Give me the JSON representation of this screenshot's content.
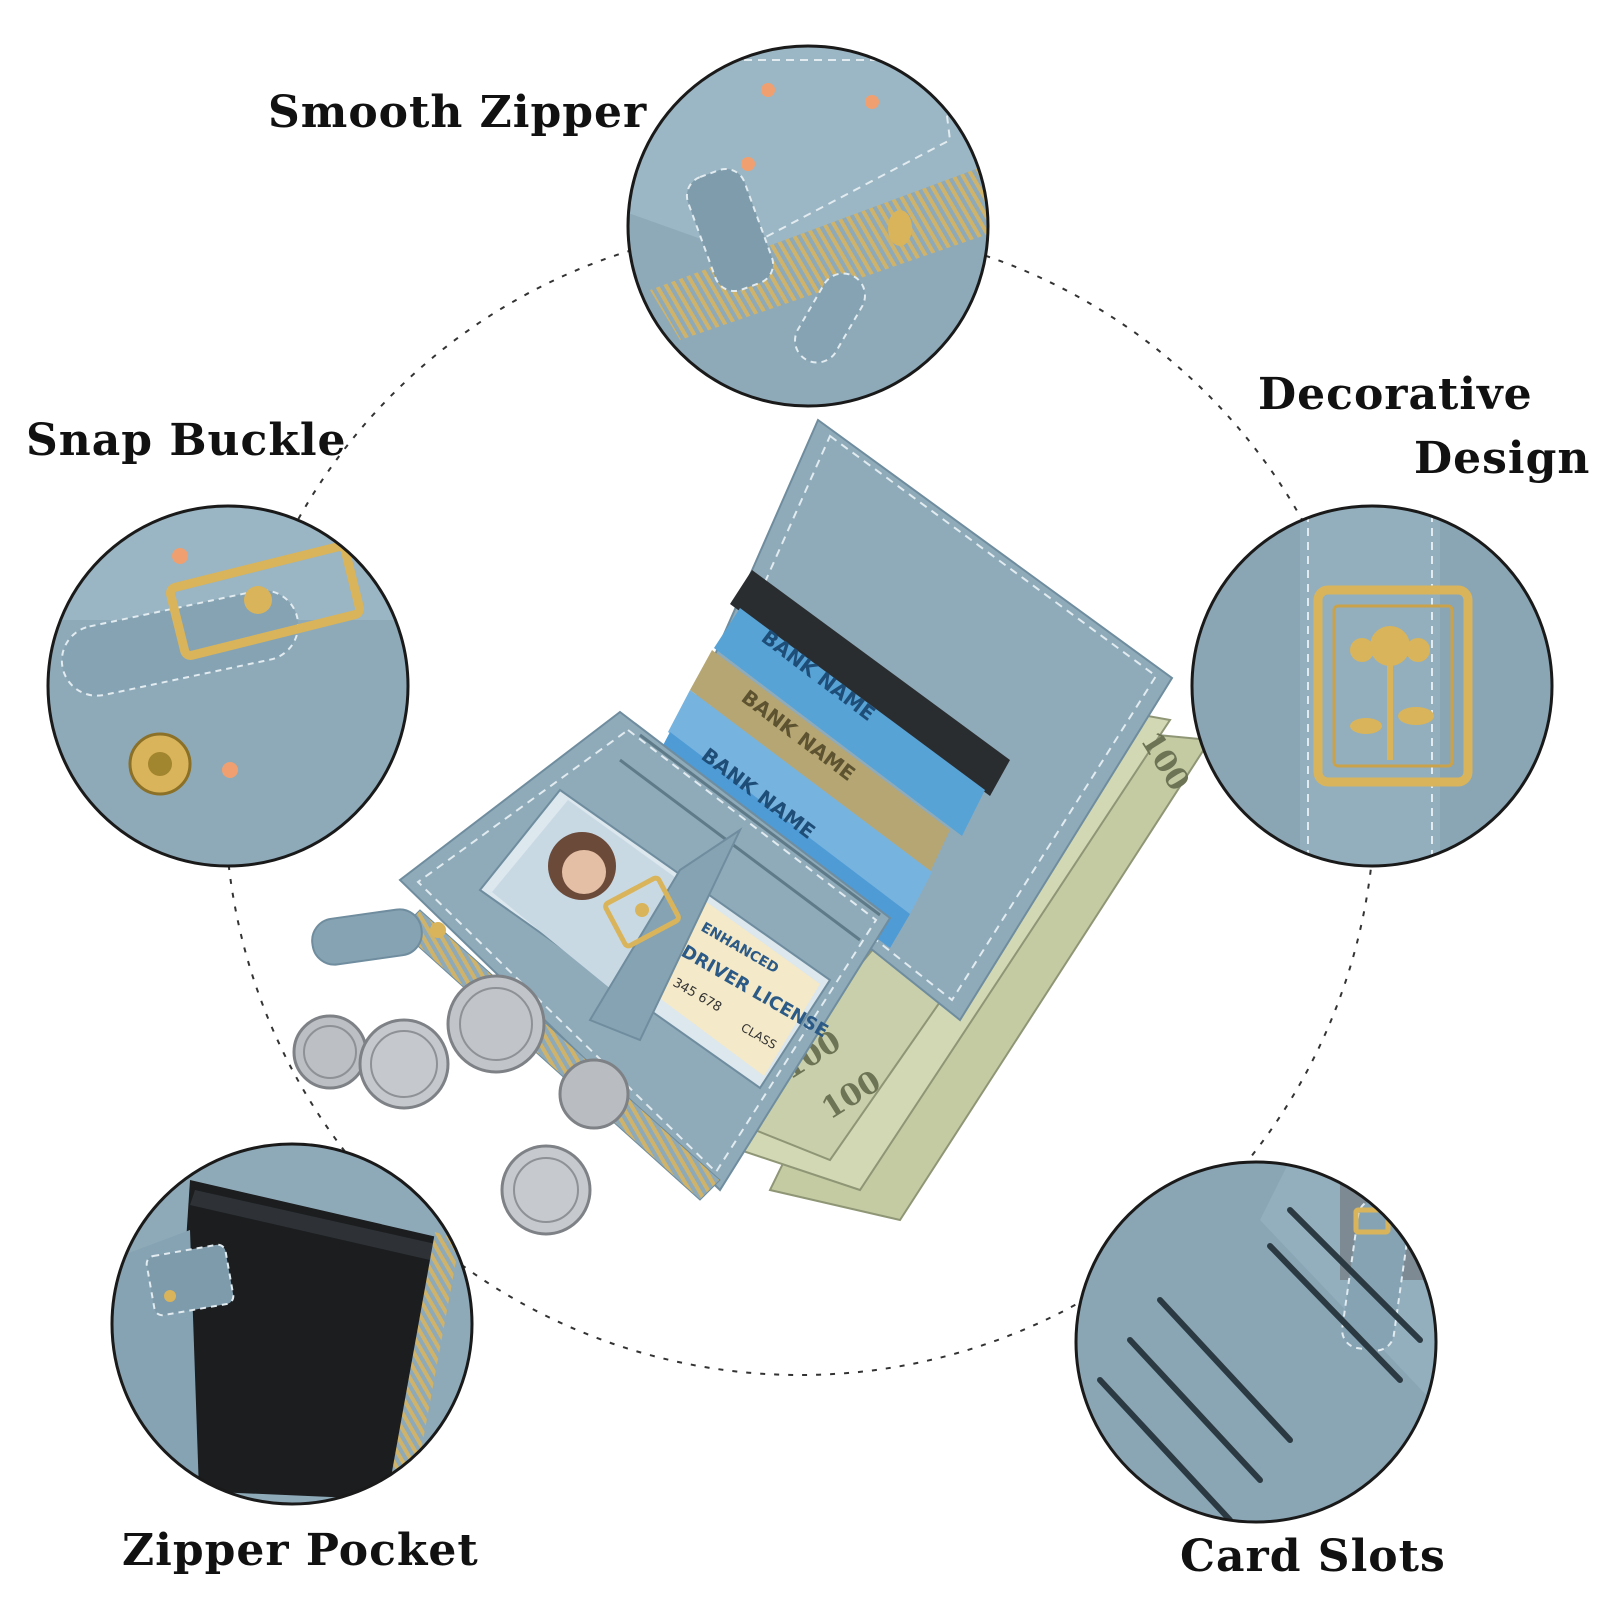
{
  "colors": {
    "background": "#ffffff",
    "wallet_blue": "#8eaab9",
    "wallet_blue_dark": "#6f8d9e",
    "stitch": "#e3edf2",
    "gold": "#d9b45a",
    "cash_green": "#c9cfa8",
    "coin_silver": "#b9bcc0",
    "circle_border": "#1a1a1a",
    "label_text": "#111111"
  },
  "features": [
    {
      "id": "smooth-zipper",
      "label": "Smooth Zipper"
    },
    {
      "id": "snap-buckle",
      "label": "Snap Buckle"
    },
    {
      "id": "decorative-design",
      "label_line1": "Decorative",
      "label_line2": "Design"
    },
    {
      "id": "zipper-pocket",
      "label": "Zipper Pocket"
    },
    {
      "id": "card-slots",
      "label": "Card Slots"
    }
  ],
  "wallet": {
    "card_text": [
      "BANK NAME",
      "BANK NAME",
      "BANK NAME"
    ],
    "license_text": [
      "ENHANCED",
      "DRIVER LICENSE",
      "345 678",
      "CLASS"
    ],
    "cash_text": [
      "100",
      "100",
      "100"
    ]
  },
  "icons": [
    "flower-buckle-icon",
    "snap-button-icon",
    "zipper-pull-icon",
    "coin-icon"
  ]
}
